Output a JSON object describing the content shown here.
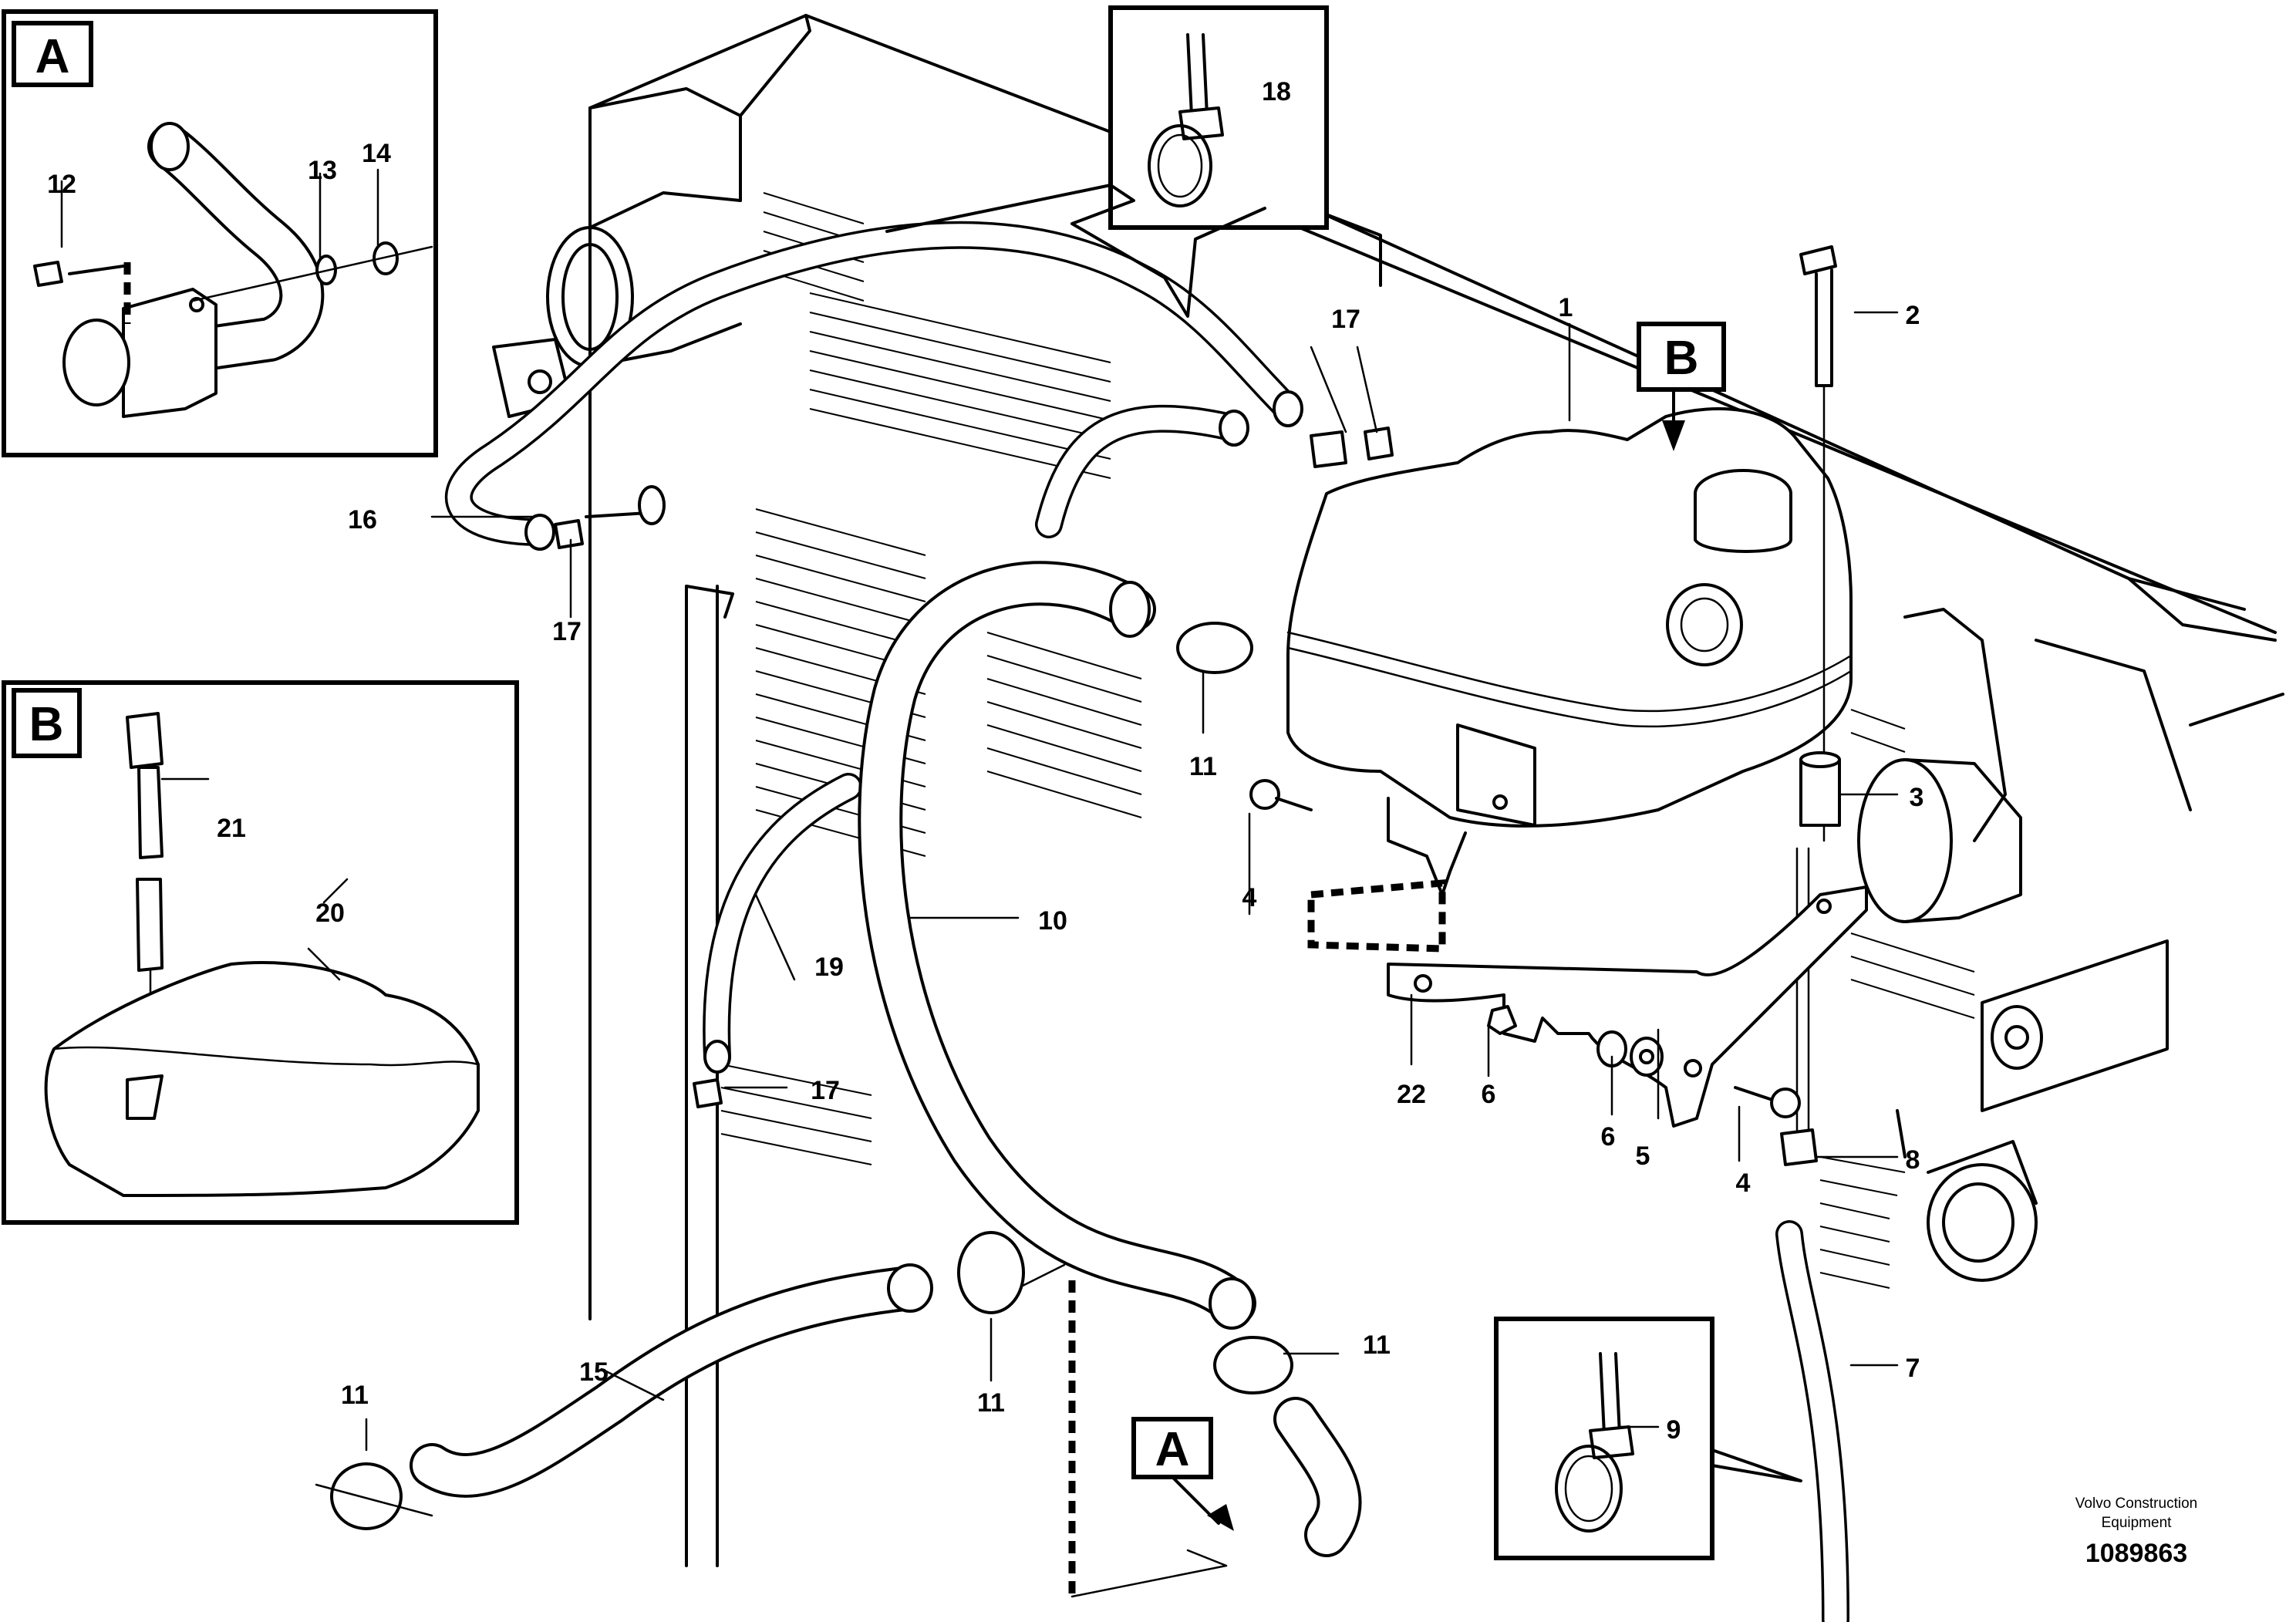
{
  "diagram": {
    "publisher_line1": "Volvo Construction",
    "publisher_line2": "Equipment",
    "drawing_number": "1089863",
    "detail_a_title": "A",
    "detail_b_title": "B",
    "callout_a": "A",
    "callout_b": "B",
    "labels": {
      "l1": "1",
      "l2": "2",
      "l3": "3",
      "l4a": "4",
      "l4b": "4",
      "l5": "5",
      "l6a": "6",
      "l6b": "6",
      "l7": "7",
      "l8": "8",
      "l9": "9",
      "l10": "10",
      "l11a": "11",
      "l11b": "11",
      "l11c": "11",
      "l11d": "11",
      "l12": "12",
      "l13": "13",
      "l14": "14",
      "l15": "15",
      "l16": "16",
      "l17a": "17",
      "l17b": "17",
      "l17c": "17",
      "l18": "18",
      "l19": "19",
      "l20": "20",
      "l21": "21",
      "l22": "22"
    }
  }
}
